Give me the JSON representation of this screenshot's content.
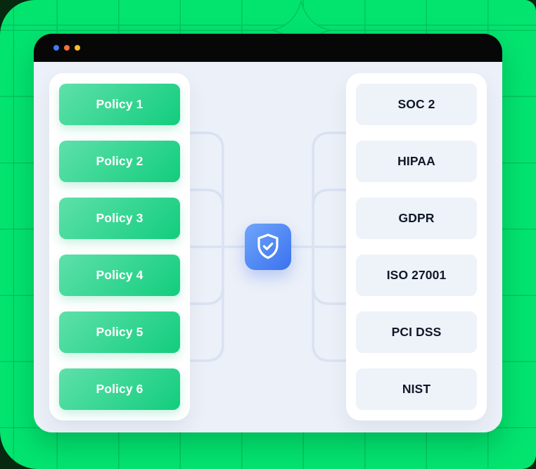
{
  "window": {
    "traffic_lights": [
      {
        "name": "blue-dot",
        "color": "#3f7ef0"
      },
      {
        "name": "orange-dot",
        "color": "#f4703c"
      },
      {
        "name": "yellow-dot",
        "color": "#f9bb2b"
      }
    ]
  },
  "diagram": {
    "policies": [
      "Policy 1",
      "Policy 2",
      "Policy 3",
      "Policy 4",
      "Policy 5",
      "Policy 6"
    ],
    "frameworks": [
      "SOC 2",
      "HIPAA",
      "GDPR",
      "ISO 27001",
      "PCI DSS",
      "NIST"
    ],
    "center_icon": "shield-check-icon"
  },
  "colors": {
    "backdrop": "#07290f",
    "canvas_green": "#03e46f",
    "grid_line": "#00c55e",
    "titlebar": "#070707",
    "window_body": "#ecf0f8",
    "card_bg": "#ffffff",
    "policy_gradient_start": "#5ee0aa",
    "policy_gradient_end": "#12cd7d",
    "policy_text": "#ffffff",
    "framework_bg": "#eef2f9",
    "framework_text": "#101828",
    "connector": "#d9e2f2",
    "shield_gradient_start": "#6fa5fa",
    "shield_gradient_end": "#3b72ef"
  }
}
